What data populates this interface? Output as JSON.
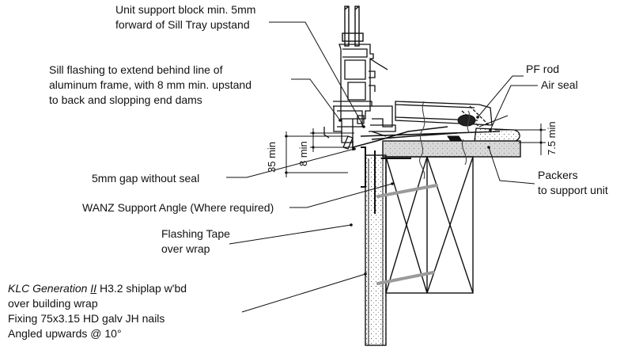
{
  "labels": {
    "unit_support": [
      "Unit support block min. 5mm",
      "forward of Sill Tray upstand"
    ],
    "sill_flashing": [
      "Sill flashing to extend behind line of",
      "aluminum frame, with 8 mm min.  upstand",
      "to back and slopping end dams"
    ],
    "pf_rod": "PF rod",
    "air_seal": "Air seal",
    "gap": "5mm gap without seal",
    "wanz": "WANZ Support Angle (Where required)",
    "flashing_tape": [
      "Flashing Tape",
      "over wrap"
    ],
    "packers": [
      "Packers",
      "to support unit"
    ],
    "klc": {
      "brand": "KLC Generation ",
      "roman": "II",
      "spec": " H3.2 shiplap w'bd",
      "line2": "over building wrap",
      "line3": "Fixing 75x3.15 HD galv JH nails",
      "line4": "Angled upwards @ 10°"
    }
  },
  "dimensions": {
    "d35": "35 min",
    "d8": "8 min",
    "d75": "7.5 min"
  },
  "colors": {
    "line": "#111111",
    "concrete": "#d8d8d8",
    "nail": "#9a9a9a",
    "hatch": "#444444"
  }
}
